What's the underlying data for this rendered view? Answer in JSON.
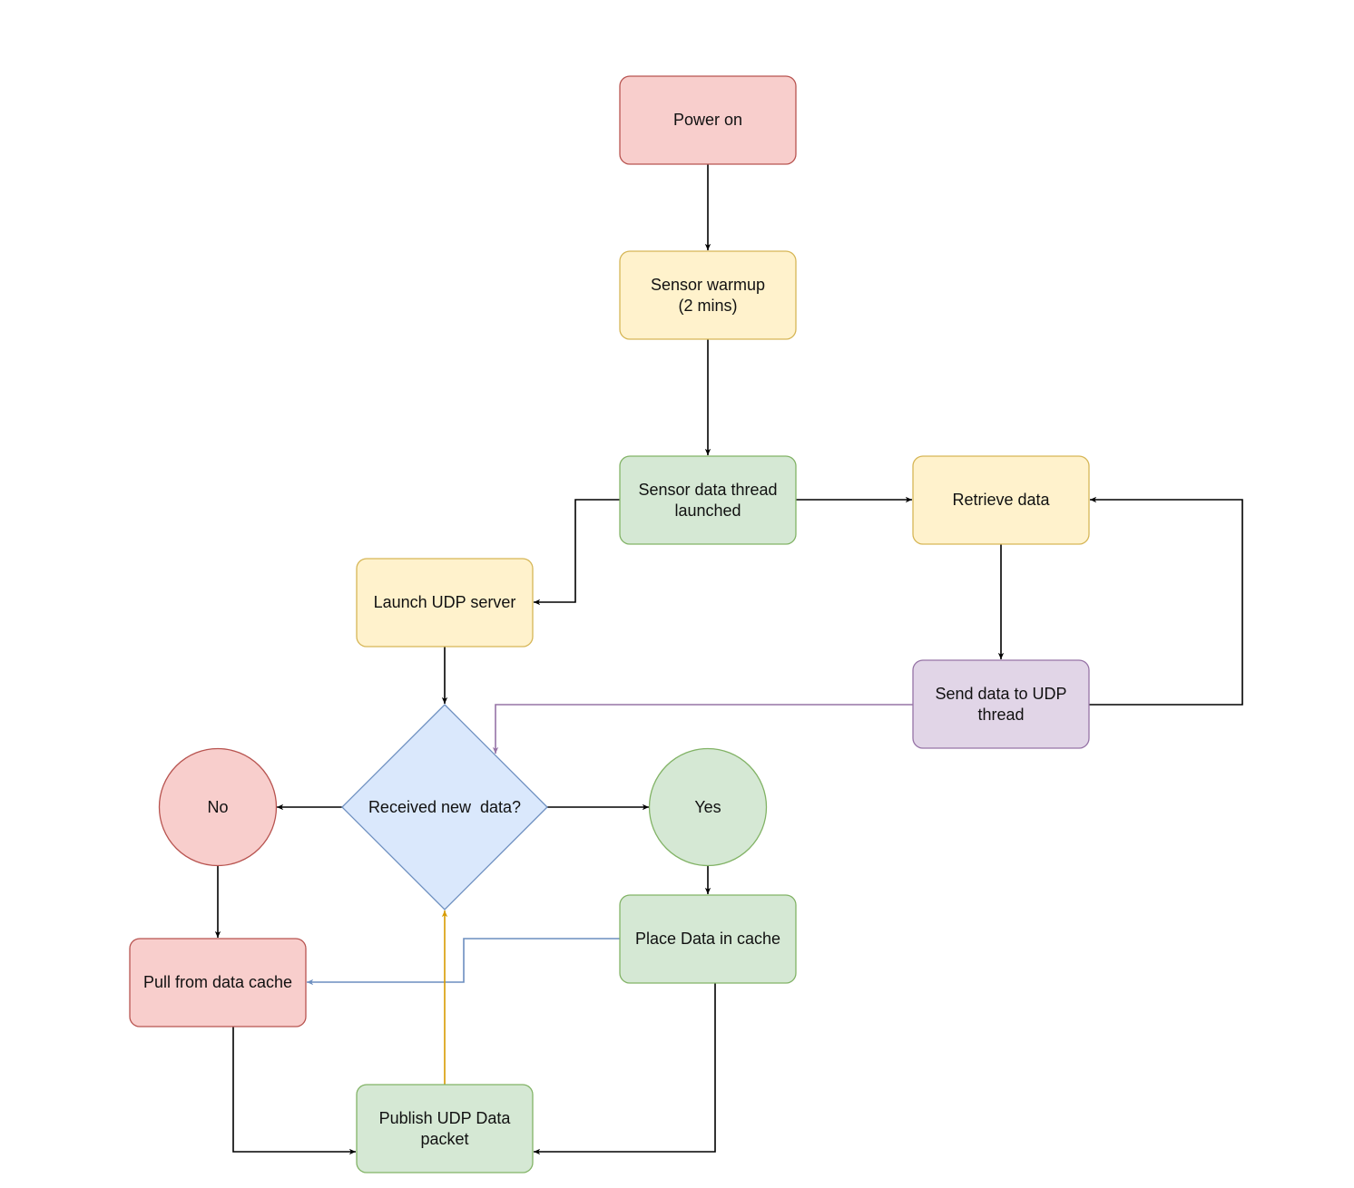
{
  "diagram": {
    "nodes": [
      {
        "id": "power_on",
        "lines": [
          "Power on"
        ],
        "shape": "rect",
        "fill": "#f8cecc",
        "stroke": "#b85450"
      },
      {
        "id": "sensor_warmup",
        "lines": [
          "Sensor warmup",
          "(2 mins)"
        ],
        "shape": "rect",
        "fill": "#fff2cc",
        "stroke": "#d6b656"
      },
      {
        "id": "sensor_thread",
        "lines": [
          "Sensor data thread",
          "launched"
        ],
        "shape": "rect",
        "fill": "#d5e8d4",
        "stroke": "#82b366"
      },
      {
        "id": "retrieve_data",
        "lines": [
          "Retrieve data"
        ],
        "shape": "rect",
        "fill": "#fff2cc",
        "stroke": "#d6b656"
      },
      {
        "id": "launch_udp",
        "lines": [
          "Launch UDP server"
        ],
        "shape": "rect",
        "fill": "#fff2cc",
        "stroke": "#d6b656"
      },
      {
        "id": "send_data",
        "lines": [
          "Send data to UDP",
          "thread"
        ],
        "shape": "rect",
        "fill": "#e1d5e7",
        "stroke": "#9673a6"
      },
      {
        "id": "received_new",
        "lines": [
          "Received new  data?"
        ],
        "shape": "diamond",
        "fill": "#dae8fc",
        "stroke": "#6c8ebf"
      },
      {
        "id": "no",
        "lines": [
          "No"
        ],
        "shape": "circle",
        "fill": "#f8cecc",
        "stroke": "#b85450"
      },
      {
        "id": "yes",
        "lines": [
          "Yes"
        ],
        "shape": "circle",
        "fill": "#d5e8d4",
        "stroke": "#82b366"
      },
      {
        "id": "pull_cache",
        "lines": [
          "Pull from data cache"
        ],
        "shape": "rect",
        "fill": "#f8cecc",
        "stroke": "#b85450"
      },
      {
        "id": "place_cache",
        "lines": [
          "Place Data in cache"
        ],
        "shape": "rect",
        "fill": "#d5e8d4",
        "stroke": "#82b366"
      },
      {
        "id": "publish_udp",
        "lines": [
          "Publish UDP Data",
          "packet"
        ],
        "shape": "rect",
        "fill": "#d5e8d4",
        "stroke": "#82b366"
      }
    ],
    "edges": [
      {
        "from": "power_on",
        "to": "sensor_warmup",
        "color": "#000000"
      },
      {
        "from": "sensor_warmup",
        "to": "sensor_thread",
        "color": "#000000"
      },
      {
        "from": "sensor_thread",
        "to": "retrieve_data",
        "color": "#000000"
      },
      {
        "from": "sensor_thread",
        "to": "launch_udp",
        "color": "#000000"
      },
      {
        "from": "retrieve_data",
        "to": "send_data",
        "color": "#000000"
      },
      {
        "from": "send_data",
        "to": "retrieve_data",
        "color": "#000000"
      },
      {
        "from": "send_data",
        "to": "received_new",
        "color": "#9673a6"
      },
      {
        "from": "launch_udp",
        "to": "received_new",
        "color": "#000000"
      },
      {
        "from": "received_new",
        "to": "no",
        "color": "#000000"
      },
      {
        "from": "received_new",
        "to": "yes",
        "color": "#000000"
      },
      {
        "from": "yes",
        "to": "place_cache",
        "color": "#000000"
      },
      {
        "from": "no",
        "to": "pull_cache",
        "color": "#000000"
      },
      {
        "from": "place_cache",
        "to": "pull_cache",
        "color": "#6c8ebf"
      },
      {
        "from": "pull_cache",
        "to": "publish_udp",
        "color": "#000000"
      },
      {
        "from": "place_cache",
        "to": "publish_udp",
        "color": "#000000"
      },
      {
        "from": "publish_udp",
        "to": "received_new",
        "color": "#d79b00"
      }
    ]
  }
}
